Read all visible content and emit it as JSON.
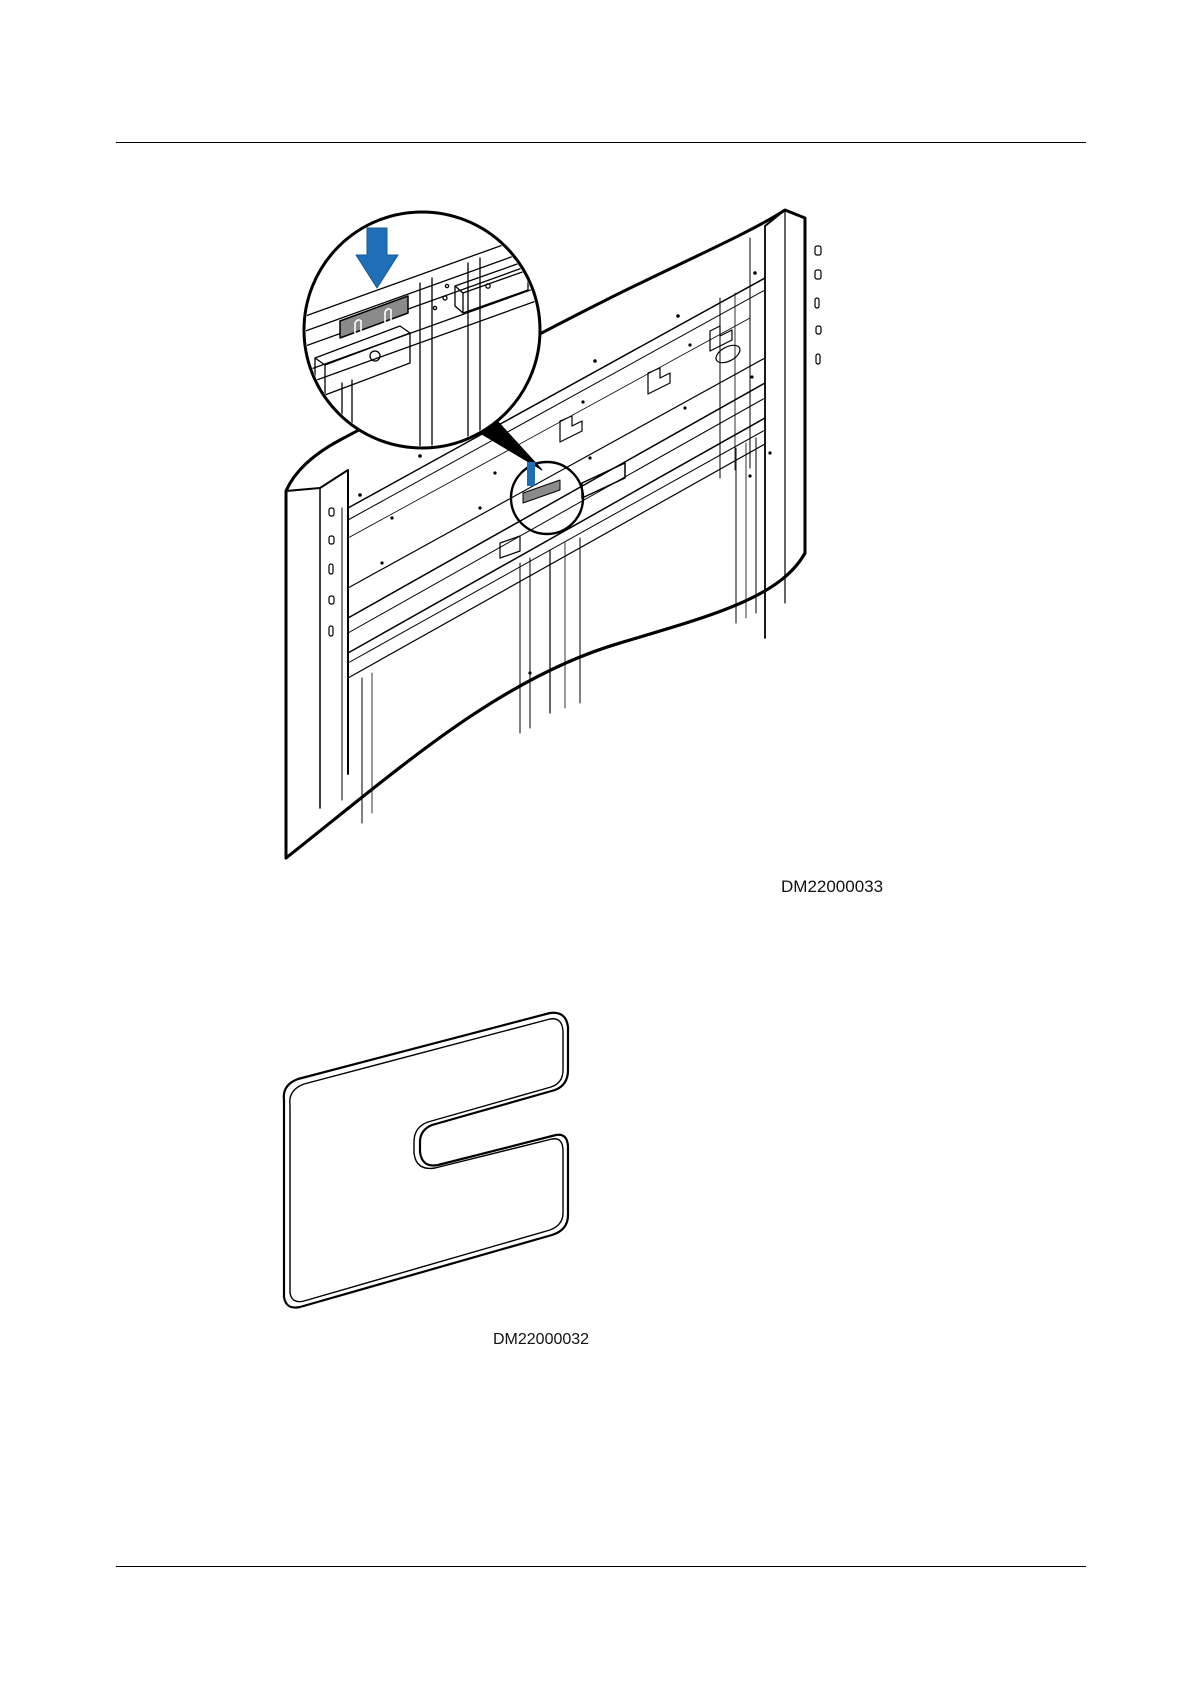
{
  "figures": [
    {
      "id": "cabinet-installation",
      "caption": "DM22000033",
      "arrow_color": "#1f6fb8",
      "plate_color": "#8a8a8a",
      "line_color": "#000000"
    },
    {
      "id": "shim-plate",
      "caption": "DM22000032",
      "line_color": "#000000"
    }
  ]
}
